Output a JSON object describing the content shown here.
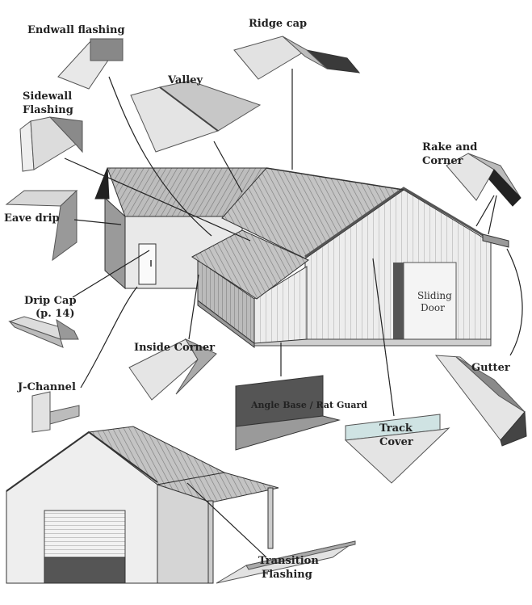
{
  "labels": {
    "endwall_flashing": "Endwall flashing",
    "ridge_cap": "Ridge cap",
    "valley": "Valley",
    "sidewall_1": "Sidewall",
    "sidewall_2": "Flashing",
    "rake_1": "Rake and",
    "rake_2": "Corner",
    "eave_drip": "Eave drip",
    "drip_cap_1": "Drip Cap",
    "drip_cap_2": "(p. 14)",
    "sliding_door_1": "Sliding",
    "sliding_door_2": "Door",
    "inside_corner": "Inside Corner",
    "gutter": "Gutter",
    "j_channel": "J-Channel",
    "angle_base": "Angle Base / Rat Guard",
    "track_cover_1": "Track",
    "track_cover_2": "Cover",
    "transition_1": "Transition",
    "transition_2": "Flashing"
  },
  "colors": {
    "stroke": "#333333",
    "light_panel": "#e6e6e6",
    "mid_panel": "#c8c8c8",
    "dark_panel": "#8a8a8a",
    "darkest": "#222222",
    "track_cover_tint": "#cfe3e3"
  }
}
